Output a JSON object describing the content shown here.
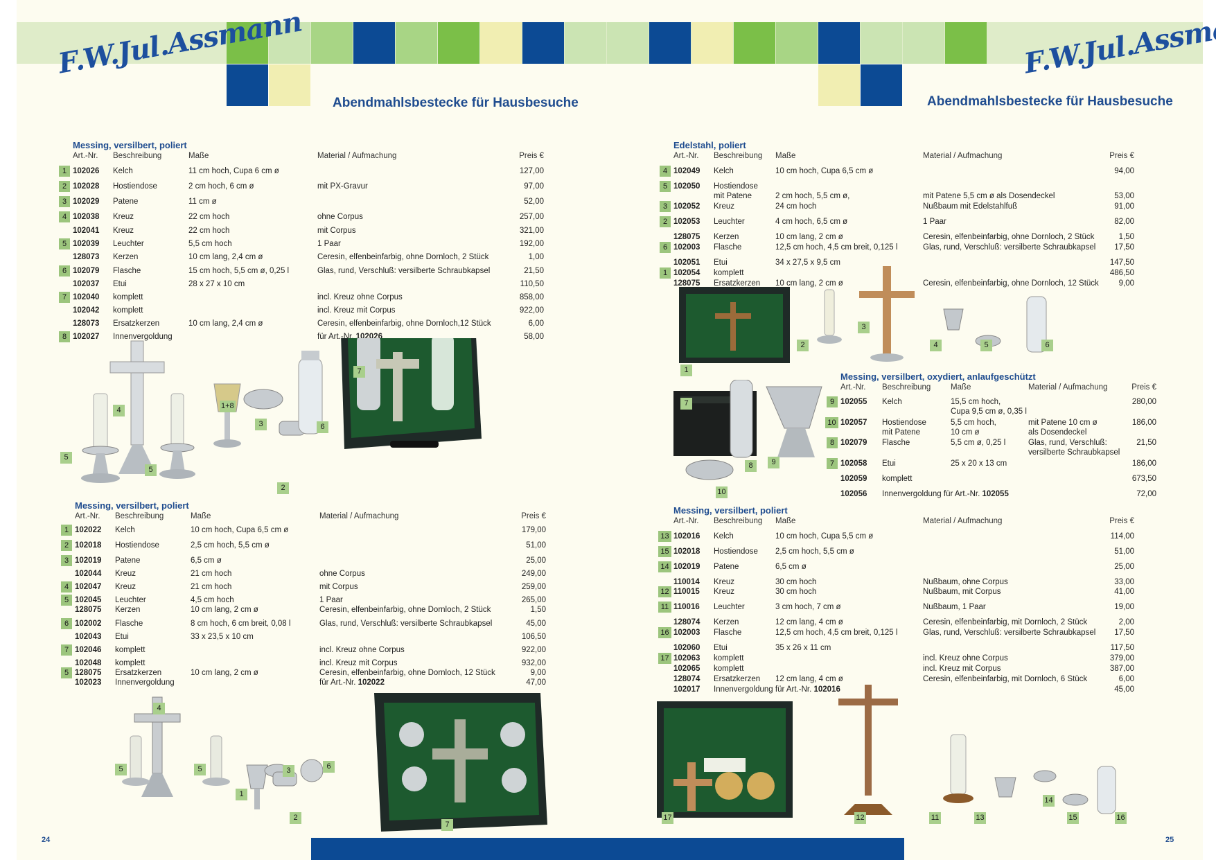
{
  "header": {
    "logo_text": "F.W.Jul.Assmann",
    "left_heading": "Abendmahlsbestecke für Hausbesuche",
    "right_heading": "Abendmahlsbestecke für Hausbesuche"
  },
  "colors": {
    "dark_blue": "#0c4a94",
    "green": "#7bbf48",
    "light_green": "#a8d585",
    "pale_green": "#cbe4b3",
    "cream": "#f1eeb2",
    "stripe": "#dfecc9",
    "badge": "#9cc57d"
  },
  "columns": {
    "art": "Art.-Nr.",
    "desc": "Beschreibung",
    "dims": "Maße",
    "mat": "Material / Aufmachung",
    "price": "Preis €"
  },
  "sections": [
    {
      "title": "Messing, versilbert, poliert",
      "rows": [
        {
          "n": "1",
          "art": "102026",
          "desc": "Kelch",
          "dims": "11 cm hoch, Cupa 6 cm ø",
          "mat": "",
          "price": "127,00"
        },
        {
          "n": "2",
          "art": "102028",
          "desc": "Hostiendose",
          "dims": "2 cm hoch, 6 cm ø",
          "mat": "mit PX-Gravur",
          "price": "97,00"
        },
        {
          "n": "3",
          "art": "102029",
          "desc": "Patene",
          "dims": "11 cm ø",
          "mat": "",
          "price": "52,00"
        },
        {
          "n": "4",
          "art": "102038",
          "desc": "Kreuz",
          "dims": "22 cm hoch",
          "mat": "ohne Corpus",
          "price": "257,00"
        },
        {
          "n": "",
          "art": "102041",
          "desc": "Kreuz",
          "dims": "22 cm hoch",
          "mat": "mit Corpus",
          "price": "321,00"
        },
        {
          "n": "5",
          "art": "102039",
          "desc": "Leuchter",
          "dims": "5,5 cm hoch",
          "mat": "1 Paar",
          "price": "192,00"
        },
        {
          "n": "",
          "art": "128073",
          "desc": "Kerzen",
          "dims": "10 cm lang, 2,4 cm ø",
          "mat": "Ceresin, elfenbeinfarbig, ohne Dornloch, 2 Stück",
          "price": "1,00"
        },
        {
          "n": "6",
          "art": "102079",
          "desc": "Flasche",
          "dims": "15 cm hoch, 5,5 cm ø, 0,25 l",
          "mat": "Glas, rund, Verschluß: versilberte Schraubkapsel",
          "price": "21,50"
        },
        {
          "n": "",
          "art": "102037",
          "desc": "Etui",
          "dims": "28 x 27 x 10 cm",
          "mat": "",
          "price": "110,50"
        },
        {
          "n": "7",
          "art": "102040",
          "desc": "komplett",
          "dims": "",
          "mat": "incl. Kreuz ohne Corpus",
          "price": "858,00"
        },
        {
          "n": "",
          "art": "102042",
          "desc": "komplett",
          "dims": "",
          "mat": "incl. Kreuz mit Corpus",
          "price": "922,00"
        },
        {
          "n": "",
          "art": "128073",
          "desc": "Ersatzkerzen",
          "dims": "10 cm lang, 2,4 cm ø",
          "mat": "Ceresin, elfenbeinfarbig, ohne Dornloch,12 Stück",
          "price": "6,00"
        },
        {
          "n": "8",
          "art": "102027",
          "desc": "Innenvergoldung",
          "dims": "",
          "mat": "für Art.-Nr. ",
          "mat_bold": "102026",
          "price": "58,00"
        }
      ]
    },
    {
      "title": "Messing, versilbert, poliert",
      "rows": [
        {
          "n": "1",
          "art": "102022",
          "desc": "Kelch",
          "dims": "10 cm hoch, Cupa 6,5 cm ø",
          "mat": "",
          "price": "179,00"
        },
        {
          "n": "2",
          "art": "102018",
          "desc": "Hostiendose",
          "dims": "2,5 cm hoch, 5,5 cm ø",
          "mat": "",
          "price": "51,00"
        },
        {
          "n": "3",
          "art": "102019",
          "desc": "Patene",
          "dims": "6,5 cm ø",
          "mat": "",
          "price": "25,00"
        },
        {
          "n": "",
          "art": "102044",
          "desc": "Kreuz",
          "dims": "21 cm hoch",
          "mat": "ohne Corpus",
          "price": "249,00"
        },
        {
          "n": "4",
          "art": "102047",
          "desc": "Kreuz",
          "dims": "21 cm hoch",
          "mat": "mit Corpus",
          "price": "259,00"
        },
        {
          "n": "5",
          "art": "102045",
          "desc": "Leuchter",
          "dims": "4,5 cm hoch",
          "mat": "1 Paar",
          "price": "265,00"
        },
        {
          "n": "",
          "art": "128075",
          "desc": "Kerzen",
          "dims": "10 cm lang, 2 cm ø",
          "mat": "Ceresin, elfenbeinfarbig, ohne Dornloch, 2 Stück",
          "price": "1,50"
        },
        {
          "n": "6",
          "art": "102002",
          "desc": "Flasche",
          "dims": "8 cm hoch, 6 cm breit, 0,08 l",
          "mat": "Glas, rund, Verschluß: versilberte Schraubkapsel",
          "price": "45,00"
        },
        {
          "n": "",
          "art": "102043",
          "desc": "Etui",
          "dims": "33 x 23,5 x 10 cm",
          "mat": "",
          "price": "106,50"
        },
        {
          "n": "7",
          "art": "102046",
          "desc": "komplett",
          "dims": "",
          "mat": "incl. Kreuz ohne Corpus",
          "price": "922,00"
        },
        {
          "n": "",
          "art": "102048",
          "desc": "komplett",
          "dims": "",
          "mat": "incl. Kreuz mit Corpus",
          "price": "932,00"
        },
        {
          "n": "5",
          "art": "128075",
          "desc": "Ersatzkerzen",
          "dims": "10 cm lang, 2 cm ø",
          "mat": "Ceresin, elfenbeinfarbig, ohne Dornloch, 12 Stück",
          "price": "9,00"
        },
        {
          "n": "",
          "art": "102023",
          "desc": "Innenvergoldung",
          "dims": "",
          "mat": "für Art.-Nr. ",
          "mat_bold": "102022",
          "price": "47,00"
        }
      ]
    },
    {
      "title": "Edelstahl, poliert",
      "rows": [
        {
          "n": "4",
          "art": "102049",
          "desc": "Kelch",
          "dims": "10 cm hoch, Cupa 6,5 cm ø",
          "mat": "",
          "price": "94,00"
        },
        {
          "n": "5",
          "art": "102050",
          "desc": "Hostiendose",
          "dims": "",
          "mat": "",
          "price": ""
        },
        {
          "n": "",
          "art": "",
          "desc": "mit Patene",
          "dims": "2 cm   hoch, 5,5 cm ø,",
          "mat": "mit Patene 5,5 cm ø als Dosendeckel",
          "price": "53,00"
        },
        {
          "n": "3",
          "art": "102052",
          "desc": "Kreuz",
          "dims": "24 cm hoch",
          "mat": "Nußbaum mit Edelstahlfuß",
          "price": "91,00"
        },
        {
          "n": "2",
          "art": "102053",
          "desc": "Leuchter",
          "dims": "4 cm   hoch, 6,5 cm ø",
          "mat": "1 Paar",
          "price": "82,00"
        },
        {
          "n": "",
          "art": "128075",
          "desc": "Kerzen",
          "dims": "10 cm lang, 2 cm ø",
          "mat": "Ceresin, elfenbeinfarbig, ohne Dornloch, 2 Stück",
          "price": "1,50"
        },
        {
          "n": "6",
          "art": "102003",
          "desc": "Flasche",
          "dims": "12,5 cm hoch, 4,5 cm breit, 0,125 l",
          "mat": "Glas, rund, Verschluß: versilberte Schraubkapsel",
          "price": "17,50"
        },
        {
          "n": "",
          "art": "102051",
          "desc": "Etui",
          "dims": "34 x 27,5 x 9,5 cm",
          "mat": "",
          "price": "147,50"
        },
        {
          "n": "1",
          "art": "102054",
          "desc": "komplett",
          "dims": "",
          "mat": "",
          "price": "486,50"
        },
        {
          "n": "",
          "art": "128075",
          "desc": "Ersatzkerzen",
          "dims": "10 cm lang, 2 cm ø",
          "mat": "Ceresin, elfenbeinfarbig, ohne Dornloch, 12 Stück",
          "price": "9,00"
        }
      ]
    },
    {
      "title": "Messing, versilbert, oxydiert, anlaufgeschützt",
      "rows": [
        {
          "n": "9",
          "art": "102055",
          "desc": "Kelch",
          "dims": "15,5 cm hoch,",
          "mat": "",
          "price": "280,00"
        },
        {
          "n": "",
          "art": "",
          "desc": "",
          "dims": "Cupa 9,5 cm ø, 0,35 l",
          "mat": "",
          "price": ""
        },
        {
          "n": "10",
          "art": "102057",
          "desc": "Hostiendose",
          "dims": "5,5 cm hoch,",
          "mat": "mit Patene 10 cm ø",
          "price": "186,00"
        },
        {
          "n": "",
          "art": "",
          "desc": "mit Patene",
          "dims": "10 cm ø",
          "mat": "als Dosendeckel",
          "price": ""
        },
        {
          "n": "8",
          "art": "102079",
          "desc": "Flasche",
          "dims": "5,5 cm ø, 0,25 l",
          "mat": "Glas, rund, Verschluß:",
          "price": "21,50"
        },
        {
          "n": "",
          "art": "",
          "desc": "",
          "dims": "",
          "mat": "versilberte Schraubkapsel",
          "price": ""
        },
        {
          "n": "7",
          "art": "102058",
          "desc": "Etui",
          "dims": "25 x 20 x 13 cm",
          "mat": "",
          "price": "186,00"
        },
        {
          "n": "",
          "art": "102059",
          "desc": "komplett",
          "dims": "",
          "mat": "",
          "price": "673,50"
        },
        {
          "n": "",
          "art": "102056",
          "desc": "Innenvergoldung für Art.-Nr. ",
          "desc_bold": "102055",
          "dims": "",
          "mat": "",
          "price": "72,00"
        }
      ]
    },
    {
      "title": "Messing, versilbert, poliert",
      "rows": [
        {
          "n": "13",
          "art": "102016",
          "desc": "Kelch",
          "dims": "10 cm hoch, Cupa 5,5 cm ø",
          "mat": "",
          "price": "114,00"
        },
        {
          "n": "15",
          "art": "102018",
          "desc": "Hostiendose",
          "dims": "2,5 cm hoch, 5,5 cm ø",
          "mat": "",
          "price": "51,00"
        },
        {
          "n": "14",
          "art": "102019",
          "desc": "Patene",
          "dims": "6,5 cm ø",
          "mat": "",
          "price": "25,00"
        },
        {
          "n": "",
          "art": "110014",
          "desc": "Kreuz",
          "dims": "30 cm hoch",
          "mat": "Nußbaum, ohne Corpus",
          "price": "33,00"
        },
        {
          "n": "12",
          "art": "110015",
          "desc": "Kreuz",
          "dims": "30 cm hoch",
          "mat": "Nußbaum, mit Corpus",
          "price": "41,00"
        },
        {
          "n": "11",
          "art": "110016",
          "desc": "Leuchter",
          "dims": "3 cm hoch, 7 cm ø",
          "mat": "Nußbaum, 1 Paar",
          "price": "19,00"
        },
        {
          "n": "",
          "art": "128074",
          "desc": "Kerzen",
          "dims": "12 cm lang, 4 cm ø",
          "mat": "Ceresin, elfenbeinfarbig, mit Dornloch, 2 Stück",
          "price": "2,00"
        },
        {
          "n": "16",
          "art": "102003",
          "desc": "Flasche",
          "dims": "12,5 cm hoch, 4,5 cm breit,  0,125 l",
          "mat": "Glas, rund, Verschluß: versilberte Schraubkapsel",
          "price": "17,50"
        },
        {
          "n": "",
          "art": "102060",
          "desc": "Etui",
          "dims": "35 x 26 x 11 cm",
          "mat": "",
          "price": "117,50"
        },
        {
          "n": "17",
          "art": "102063",
          "desc": "komplett",
          "dims": "",
          "mat": "incl. Kreuz ohne Corpus",
          "price": "379,00"
        },
        {
          "n": "",
          "art": "102065",
          "desc": "komplett",
          "dims": "",
          "mat": "incl. Kreuz mit Corpus",
          "price": "387,00"
        },
        {
          "n": "",
          "art": "128074",
          "desc": "Ersatzkerzen",
          "dims": "12 cm lang, 4 cm ø",
          "mat": "Ceresin, elfenbeinfarbig, mit Dornloch, 6 Stück",
          "price": "6,00"
        },
        {
          "n": "",
          "art": "102017",
          "desc": "Innenvergoldung für Art.-Nr. ",
          "desc_bold": "102016",
          "dims": "",
          "mat": "",
          "price": "45,00"
        }
      ]
    }
  ],
  "photo_labels": {
    "p1": [
      "4",
      "1+8",
      "3",
      "6",
      "7",
      "5",
      "5",
      "2"
    ],
    "p2": [
      "4",
      "5",
      "5",
      "3",
      "6",
      "1",
      "2",
      "7"
    ],
    "p3": [
      "2",
      "3",
      "4",
      "5",
      "6",
      "1"
    ],
    "p4": [
      "7",
      "8",
      "9",
      "10"
    ],
    "p5": [
      "17",
      "12",
      "11",
      "13",
      "14",
      "15",
      "16"
    ]
  },
  "page_numbers": {
    "left": "24",
    "right": "25"
  }
}
